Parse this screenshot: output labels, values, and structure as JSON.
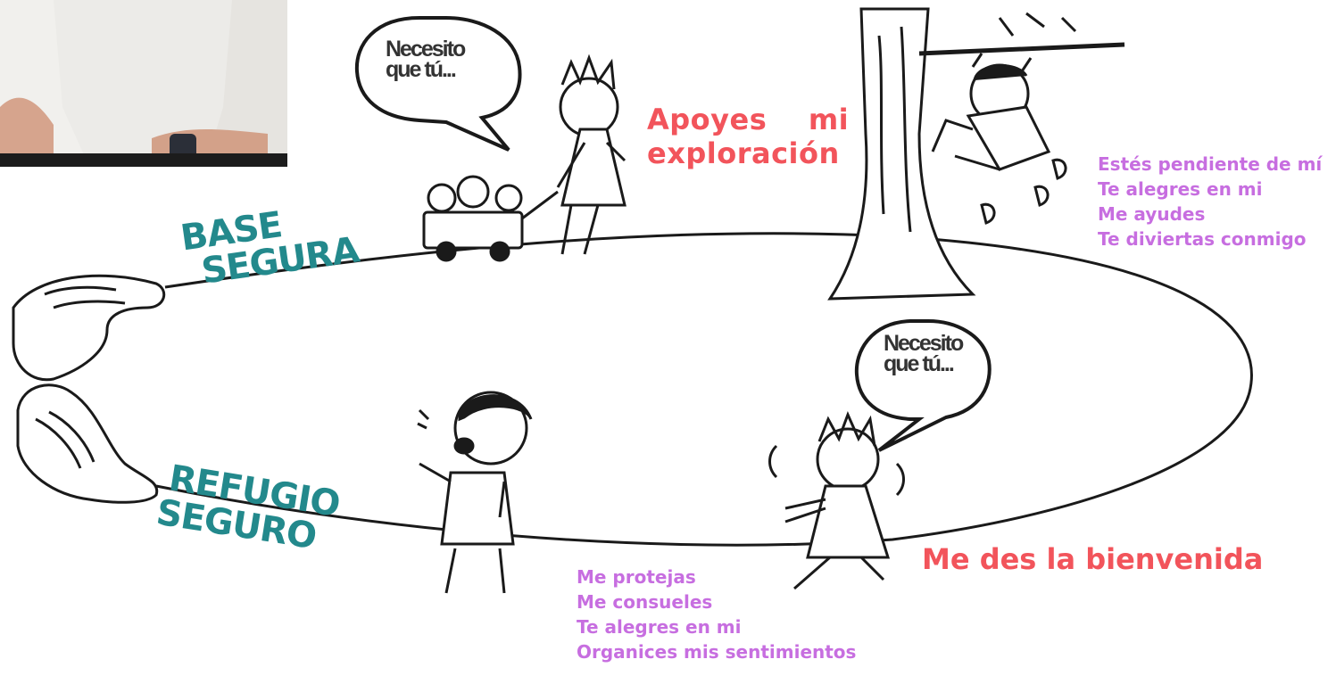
{
  "diagram": {
    "bubble_top": "Necesito que tú...",
    "bubble_bottom": "Necesito que tú...",
    "explore_label": "Apoyes mi exploración",
    "explore_label_l1": "Apoyes    mi",
    "explore_label_l2": "exploración",
    "base_segura_l1": "BASE",
    "base_segura_l2": "SEGURA",
    "refugio_l1": "REFUGIO",
    "refugio_l2": "SEGURO",
    "welcome_label": "Me des la bienvenida",
    "base_needs": [
      "Estés pendiente de mí",
      "Te alegres en mi",
      "Me ayudes",
      "Te diviertas conmigo"
    ],
    "refugio_needs": [
      "Me protejas",
      "Me consueles",
      "Te alegres en mi",
      "Organices mis sentimientos"
    ]
  },
  "colors": {
    "teal": "#23898c",
    "red": "#f2545b",
    "pink": "#c76ee0",
    "ink": "#1a1a1a"
  }
}
